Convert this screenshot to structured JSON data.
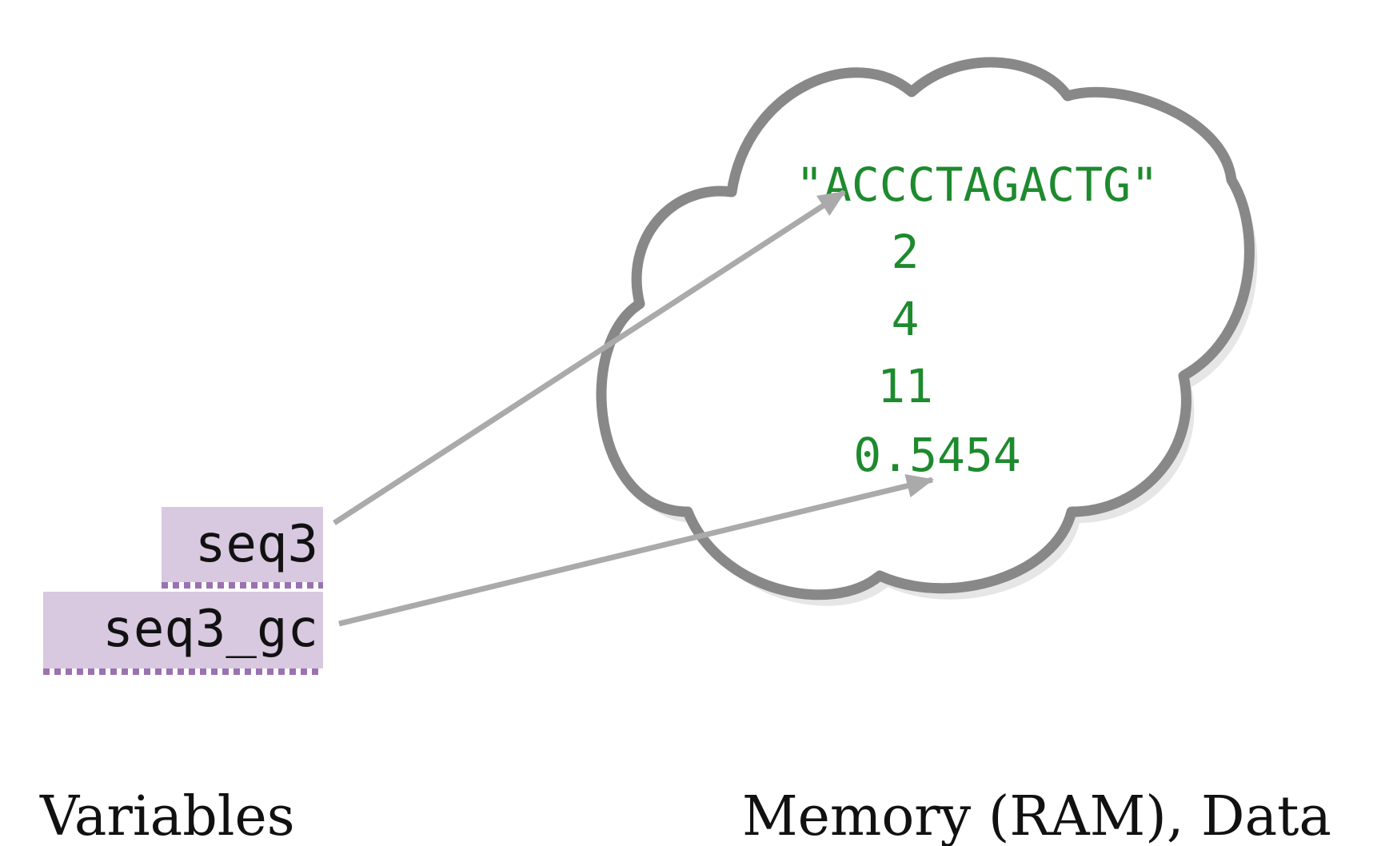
{
  "variables": {
    "caption": "Variables",
    "items": [
      {
        "name": "seq3"
      },
      {
        "name": "seq3_gc"
      }
    ]
  },
  "memory": {
    "caption": "Memory (RAM), Data",
    "values": [
      "\"ACCCTAGACTG\"",
      "2",
      "4",
      "11",
      "0.5454"
    ]
  },
  "colors": {
    "variable_fill": "#d8c8e0",
    "variable_border": "#9b72b0",
    "value_text": "#1e8a2e",
    "arrow": "#aaaaaa",
    "cloud_stroke": "#888888",
    "cloud_shadow": "#e6e6e6",
    "caption_text": "#111111"
  }
}
